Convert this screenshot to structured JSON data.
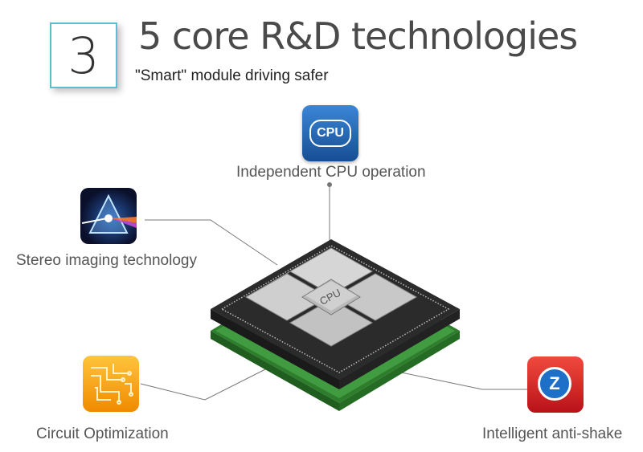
{
  "header": {
    "number": "3",
    "title": "5 core R&D technologies",
    "subtitle": "\"Smart\" module driving safer"
  },
  "chip": {
    "center_label": "CPU"
  },
  "features": [
    {
      "id": "cpu",
      "label": "Independent CPU operation",
      "icon": "cpu-icon",
      "icon_text": "CPU"
    },
    {
      "id": "stereo",
      "label": "Stereo imaging technology",
      "icon": "prism-icon"
    },
    {
      "id": "circuit",
      "label": "Circuit Optimization",
      "icon": "circuit-icon"
    },
    {
      "id": "antishake",
      "label": "Intelligent anti-shake",
      "icon": "anti-shake-icon",
      "icon_text": "Z"
    }
  ],
  "colors": {
    "accent_box": "#5bbfd0",
    "pcb_green": "#3d9a3a",
    "chip_dark": "#2b2b2b",
    "tile_silver": "#cfcfcf",
    "cpu_icon_blue": "#1f5fa8",
    "circuit_orange": "#f5a21b",
    "antishake_red": "#d8232a"
  }
}
